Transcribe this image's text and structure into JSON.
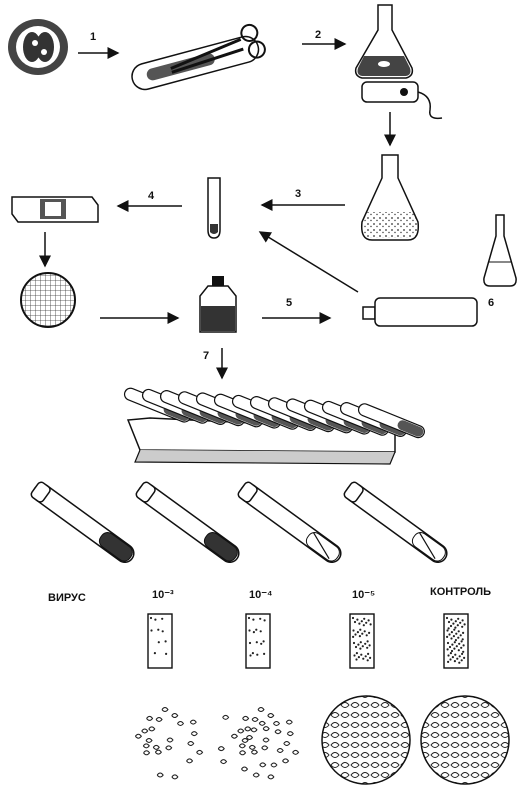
{
  "step_numbers": [
    "1",
    "2",
    "3",
    "4",
    "5",
    "6",
    "7"
  ],
  "labels": {
    "virus": "ВИРУС",
    "dilution_1": "10⁻³",
    "dilution_2": "10⁻⁴",
    "dilution_3": "10⁻⁵",
    "control": "КОНТРОЛЬ"
  },
  "stain_levels": [
    0.9,
    0.75,
    0.3,
    0.1
  ],
  "colors": {
    "ink": "#111111",
    "medium": "#555555",
    "paper": "#ffffff"
  }
}
